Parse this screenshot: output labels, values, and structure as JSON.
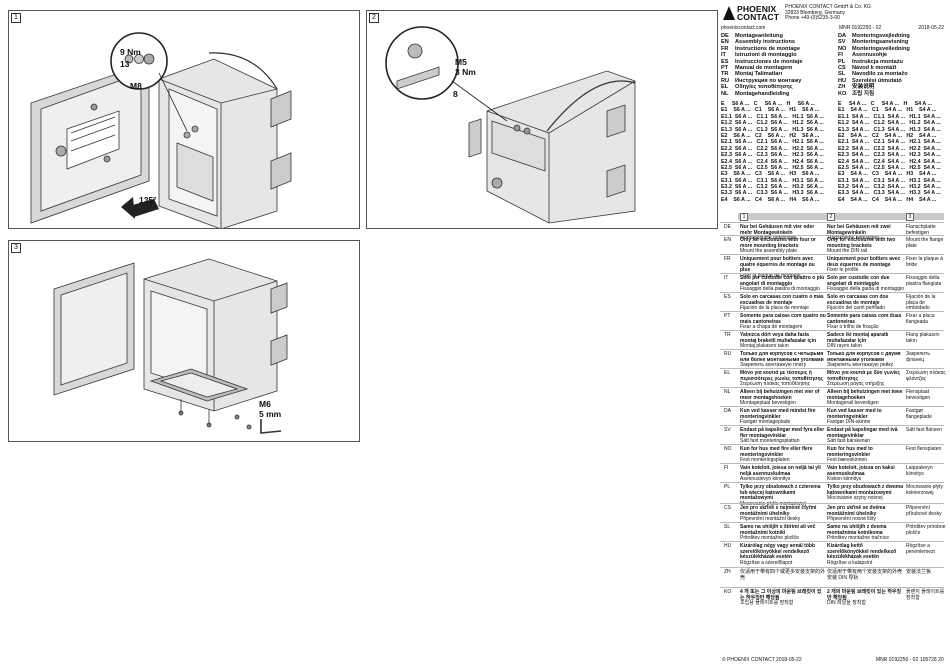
{
  "panels": [
    {
      "num": "1"
    },
    {
      "num": "2"
    },
    {
      "num": "3"
    }
  ],
  "callouts": {
    "p1_torque": "9 Nm",
    "p1_size": "13",
    "p1_thread": "M8",
    "p1_angle": "135°",
    "p2_thread": "M5",
    "p2_torque": "3 Nm",
    "p2_size": "8",
    "p3_thread": "M6",
    "p3_size": "5 mm"
  },
  "header": {
    "logo": "PHOENIX\nCONTACT",
    "company": [
      "PHOENIX CONTACT GmbH & Co. KG",
      "32823 Blomberg, Germany",
      "Phone +49-(0)5235-3-00"
    ],
    "url": "phoenixcontact.com",
    "mnr": "MNR 0192250 - 02",
    "date": "2018-05-22"
  },
  "languages_left": [
    {
      "code": "DE",
      "title": "Montageanleitung"
    },
    {
      "code": "EN",
      "title": "Assembly instructions"
    },
    {
      "code": "FR",
      "title": "Instructions de montage"
    },
    {
      "code": "IT",
      "title": "Istruzioni di montaggio"
    },
    {
      "code": "ES",
      "title": "Instrucciones de montaje"
    },
    {
      "code": "PT",
      "title": "Manual de montagem"
    },
    {
      "code": "TR",
      "title": "Montaj Talimatları"
    },
    {
      "code": "RU",
      "title": "Инструкция по монтажу"
    },
    {
      "code": "EL",
      "title": "Οδηγίες τοποθέτησης"
    },
    {
      "code": "NL",
      "title": "Montagehandleiding"
    }
  ],
  "languages_right": [
    {
      "code": "DA",
      "title": "Monteringsvejledning"
    },
    {
      "code": "SV",
      "title": "Monteringsanvisning"
    },
    {
      "code": "NO",
      "title": "Monteringsveiledning"
    },
    {
      "code": "FI",
      "title": "Asennusohje"
    },
    {
      "code": "PL",
      "title": "Instrukcja montażu"
    },
    {
      "code": "CS",
      "title": "Návod k montáži"
    },
    {
      "code": "SL",
      "title": "Navodilo za montažo"
    },
    {
      "code": "HU",
      "title": "Szerelési útmutató"
    },
    {
      "code": "ZH",
      "title": "安装说明"
    },
    {
      "code": "KO",
      "title": "조립 지침"
    }
  ],
  "codes_left": [
    "E     S6 A ...   C     S6 A ...   H     S6 A ...",
    "E1    S6 A ...   C1    S6 A ...   H1    S6 A ...",
    "E1.1  S6 A ...   C1.1  S6 A ...   H1.1  S6 A ...",
    "E1.2  S6 A ...   C1.2  S6 A ...   H1.2  S6 A ...",
    "E1.3  S6 A ...   C1.3  S6 A ...   H1.3  S6 A ...",
    "E2    S6 A ...   C2    S6 A ...   H2    S6 A ...",
    "E2.1  S6 A ...   C2.1  S6 A ...   H2.1  S6 A ...",
    "E2.2  S6 A ...   C2.2  S6 A ...   H2.2  S6 A ...",
    "E2.3  S6 A ...   C2.3  S6 A ...   H2.3  S6 A ...",
    "E2.4  S6 A ...   C2.4  S6 A ...   H2.4  S6 A ...",
    "E2.5  S6 A ...   C2.5  S6 A ...   H2.5  S6 A ...",
    "E3    S6 A ...   C3    S6 A ...   H3    S6 A ...",
    "E3.1  S6 A ...   C3.1  S6 A ...   H3.1  S6 A ...",
    "E3.2  S6 A ...   C3.2  S6 A ...   H3.2  S6 A ...",
    "E3.3  S6 A ...   C3.3  S6 A ...   H3.3  S6 A ...",
    "E4    S6 A ...   C4    S6 A ...   H4    S6 A ..."
  ],
  "codes_right": [
    "E     S4 A ...   C     S4 A ...   H     S4 A ...",
    "E1    S4 A ...   C1    S4 A ...   H1    S4 A ...",
    "E1.1  S4 A ...   C1.1  S4 A ...   H1.1  S4 A ...",
    "E1.2  S4 A ...   C1.2  S4 A ...   H1.2  S4 A ...",
    "E1.3  S4 A ...   C1.3  S4 A ...   H1.3  S4 A ...",
    "E2    S4 A ...   C2    S4 A ...   H2    S4 A ...",
    "E2.1  S4 A ...   C2.1  S4 A ...   H2.1  S4 A ...",
    "E2.2  S4 A ...   C2.2  S4 A ...   H2.2  S4 A ...",
    "E2.3  S4 A ...   C2.3  S4 A ...   H2.3  S4 A ...",
    "E2.4  S4 A ...   C2.4  S4 A ...   H2.4  S4 A ...",
    "E2.5  S4 A ...   C2.5  S4 A ...   H2.5  S4 A ...",
    "E3    S4 A ...   C3    S4 A ...   H3    S4 A ...",
    "E3.1  S4 A ...   C3.1  S4 A ...   H3.1  S4 A ...",
    "E3.2  S4 A ...   C3.2  S4 A ...   H3.2  S4 A ...",
    "E3.3  S4 A ...   C3.3  S4 A ...   H3.3  S4 A ...",
    "E4    S4 A ...   C4    S4 A ...   H4    S4 A ..."
  ],
  "table_head": [
    "1",
    "2",
    "3"
  ],
  "table": [
    {
      "lang": "DE",
      "c1b": "Nur bei Gehäusen mit vier oder mehr Montagewinkeln",
      "c1": "Montageplatte befestigen",
      "c2b": "Nur bei Gehäusen mit zwei Montagewinkeln",
      "c2": "Tragschiene befestigen",
      "c3": "Flanschplatte befestigen"
    },
    {
      "lang": "EN",
      "c1b": "Only for enclosures with four or more mounting brackets",
      "c1": "Mount the assembly plate",
      "c2b": "Only for enclosures with two mounting brackets",
      "c2": "Mount the DIN rail",
      "c3": "Mount the flange plate"
    },
    {
      "lang": "FR",
      "c1b": "Uniquement pour boîtiers avec quatre équerres de montage ou plus",
      "c1": "Fixer la plaque de montage",
      "c2b": "Uniquement pour boîtiers avec deux équerres de montage",
      "c2": "Fixer le profilé",
      "c3": "Fixer la plaque à bride"
    },
    {
      "lang": "IT",
      "c1b": "Solo per custodie con quattro o più angolari di montaggio",
      "c1": "Fissaggio della piastra di montaggio",
      "c2b": "Solo per custodie con due angolari di montaggio",
      "c2": "Fissaggio della guida di montaggio",
      "c3": "Fissaggio della piastra flangiata"
    },
    {
      "lang": "ES",
      "c1b": "Solo en carcasas con cuatro o más escuadras de montaje",
      "c1": "Fijación de la placa de montaje",
      "c2b": "Solo en carcasas con dos escuadras de montaje",
      "c2": "Fijación del carril perfilado",
      "c3": "Fijación de la placa de embridado"
    },
    {
      "lang": "PT",
      "c1b": "Somente para caixas com quatro ou mais cantoneiras",
      "c1": "Fixar a chapa de montagem",
      "c2b": "Somente para caixas com duas cantoneiras",
      "c2": "Fixar o trilho de fixação",
      "c3": "Fixar a placa flangeada"
    },
    {
      "lang": "TR",
      "c1b": "Yalnızca dört veya daha fazla montaj braketli muhafazalar için",
      "c1": "Montaj plakasını takın",
      "c2b": "Sadece iki montaj aparatlı muhafazalar için",
      "c2": "DIN rayını takın",
      "c3": "Flanş plakasını takın"
    },
    {
      "lang": "RU",
      "c1b": "Только для корпусов с четырьмя или более монтажными уголками",
      "c1": "Закрепить монтажную плату",
      "c2b": "Только для корпусов с двумя монтажными уголками",
      "c2": "Закрепить монтажную рейку",
      "c3": "Закрепить фланец"
    },
    {
      "lang": "EL",
      "c1b": "Μόνο για κουτιά με τέσσερις ή περισσότερες γωνίες τοποθέτησης",
      "c1": "Στερέωση πλάκας τοποθέτησης",
      "c2b": "Μόνο για κουτιά με δύο γωνίες τοποθέτησης",
      "c2": "Στερέωση ράγας στήριξης",
      "c3": "Στερέωση πλάκας φλάντζας"
    },
    {
      "lang": "NL",
      "c1b": "Alleen bij behuizingen met vier of meer montagehoeken",
      "c1": "Montageplaat bevestigen",
      "c2b": "Alleen bij behuizingen met twee montagehoeken",
      "c2": "Montagerail bevestigen",
      "c3": "Flensplaat bevestigen"
    },
    {
      "lang": "DA",
      "c1b": "Kun ved kasser med mindst fire monteringvinkler",
      "c1": "Fastgør montageplade",
      "c2b": "Kun ved kasser med to monteringvinkler",
      "c2": "Fastgør DIN-skinne",
      "c3": "Fastgør flangeplade"
    },
    {
      "lang": "SV",
      "c1b": "Endast på kapslingar med fyra eller fler montagevinklar",
      "c1": "Sätt fast monteringsplattan",
      "c2b": "Endast på kapslingar med två montagevinklar",
      "c2": "Sätt fast bärskenan",
      "c3": "Sätt fast flänsen"
    },
    {
      "lang": "NO",
      "c1b": "Kun for hus med fire eller flere monteringsvinkler",
      "c1": "Fest monteringsplaten",
      "c2b": "Kun for hus med to monteringsvinkler",
      "c2": "Fest bæreskinnen",
      "c3": "Fest flensplaten"
    },
    {
      "lang": "FI",
      "c1b": "Vain koteloit, joissa on neljä tai yli neljä asennuskulmaa",
      "c1": "Asennuslevyn kiinnitys",
      "c2b": "Vain koteloit, joissa on kaksi asennuskulmaa",
      "c2": "Kiskon kiinnitys",
      "c3": "Laippalevyn kiinnitys"
    },
    {
      "lang": "PL",
      "c1b": "Tylko przy obudowach z czterema lub więcej kątownikami montażowymi",
      "c1": "Mocowanie płytki montażowej",
      "c2b": "Tylko przy obudowach z dwoma kątownikami montażowymi",
      "c2": "Mocowanie szyny nośnej",
      "c3": "Mocowanie płyty kołnierzowej"
    },
    {
      "lang": "CS",
      "c1b": "Jen pro skříně s nejméně čtyřmi montážními úhelníky",
      "c1": "Připevnění montážní desky",
      "c2b": "Jen pro skříně se dvěma montážními úhelníky",
      "c2": "Připevnění nosné lišty",
      "c3": "Připevnění přírubové desky"
    },
    {
      "lang": "SL",
      "c1b": "Samo na ohišjih s štirimi ali več montažnimi kotniki",
      "c1": "Pritrditev montažne plošče",
      "c2b": "Samo na ohišjih z dvema montažnima kotnikoma",
      "c2": "Pritrditev montažne tračnice",
      "c3": "Pritrditev prirobne plošče"
    },
    {
      "lang": "HU",
      "c1b": "Kizárólag négy vagy annál több szerelőkönyökkel rendelkező készülékházak esetén",
      "c1": "Rögzítse a szerelőlapot",
      "c2b": "Kizárólag kettő szerelőkönyökkel rendelkező készülékházak esetén",
      "c2": "Rögzítse a kalapsínt",
      "c3": "Rögzítse a peremlemezt"
    },
    {
      "lang": "ZH",
      "c1b": "",
      "c1": "仅适用于带有四个或更多安装支架的外壳",
      "c2b": "",
      "c2": "仅适用于带有两个安装支架的外壳 安装 DIN 导轨",
      "c3": "安装法兰板"
    },
    {
      "lang": "KO",
      "c1b": "4 개 또는 그 이상의 마운팅 브래킷이 있는 하우징만 해당됨",
      "c1": "조립용 플레이트를 장착함",
      "c2b": "2 개의 마운팅 브래킷이 있는 하우징만 해당됨",
      "c2": "DIN 레일을 장착함",
      "c3": "플랜지 플레이트를 장착함"
    }
  ],
  "footer": {
    "left": "© PHOENIX CONTACT 2018-05-22",
    "mnr": "MNR 0192250 - 02",
    "page": "105728 20"
  }
}
